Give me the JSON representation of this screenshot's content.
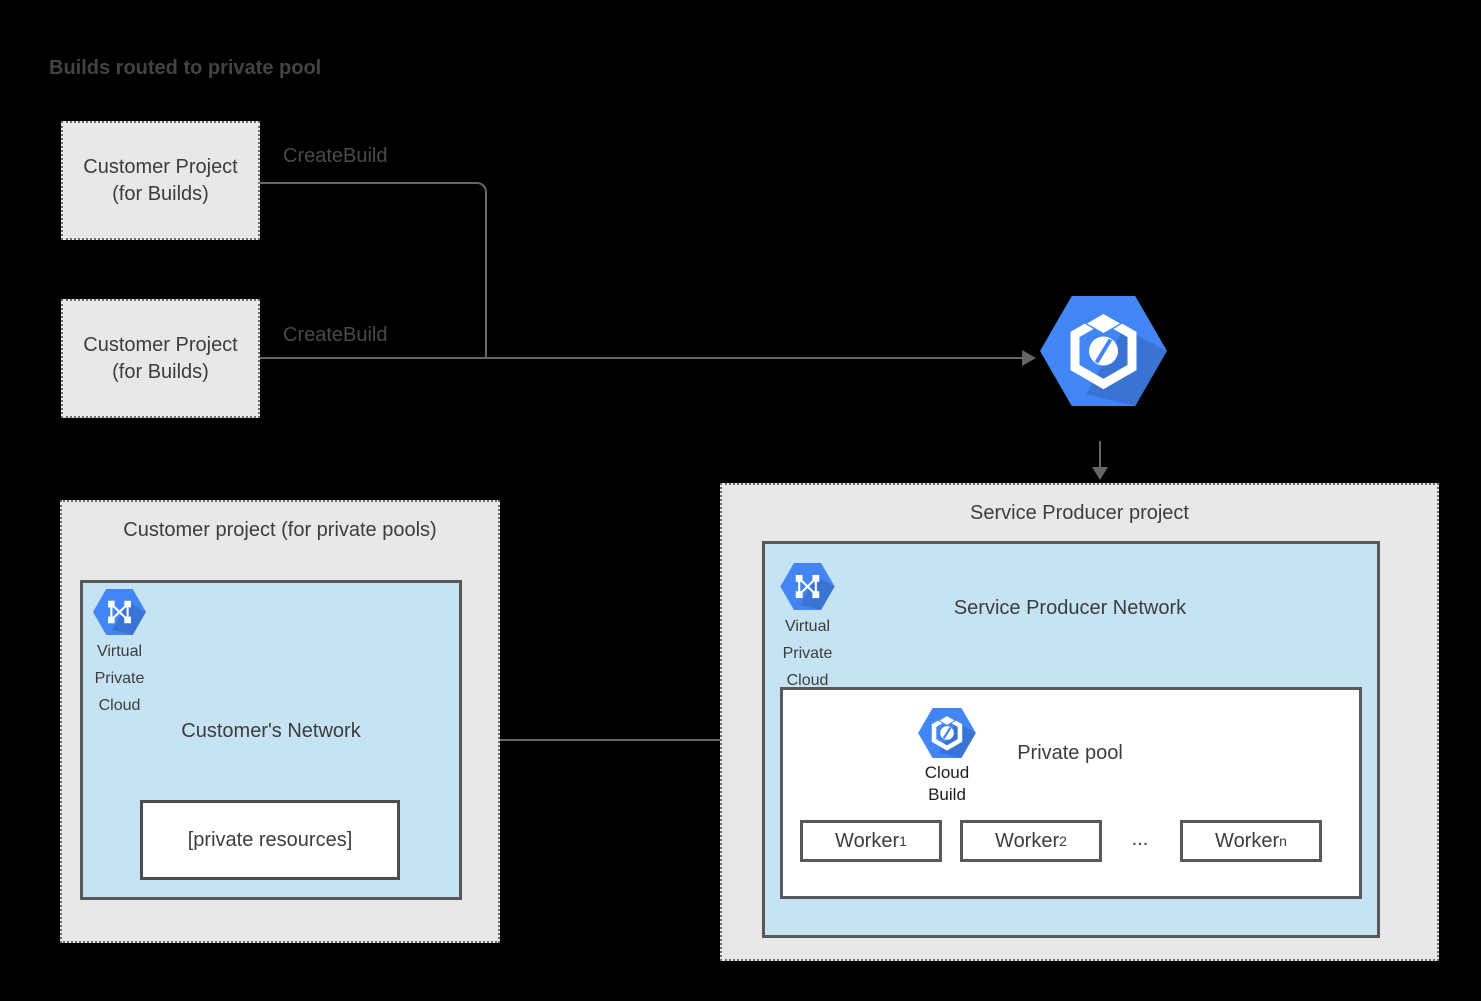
{
  "title": "Builds routed to private pool",
  "build_projects": {
    "project1": {
      "line1": "Customer Project",
      "line2": "(for Builds)"
    },
    "project2": {
      "line1": "Customer Project",
      "line2": "(for Builds)"
    }
  },
  "connectors": {
    "create_build_1": "CreateBuild",
    "create_build_2": "CreateBuild"
  },
  "service_producer": {
    "title": "Service Producer project",
    "network": {
      "title": "Service Producer Network",
      "vpc": {
        "l1": "Virtual",
        "l2": "Private",
        "l3": "Cloud"
      }
    },
    "private_pool": {
      "title": "Private pool",
      "cloud_build": {
        "l1": "Cloud",
        "l2": "Build"
      },
      "workers": [
        {
          "name": "Worker",
          "sub": "1"
        },
        {
          "name": "Worker",
          "sub": "2"
        },
        {
          "name": "Worker",
          "sub": "n"
        }
      ],
      "ellipsis": "..."
    }
  },
  "customer": {
    "title": "Customer project (for private pools)",
    "network": {
      "title": "Customer's Network",
      "vpc": {
        "l1": "Virtual",
        "l2": "Private",
        "l3": "Cloud"
      },
      "private_resources": "[private resources]"
    }
  },
  "icons": {
    "cloud_build": "cloud-build-icon",
    "virtual_private_cloud": "vpc-icon"
  },
  "colors": {
    "icon_blue": "#4285f4",
    "icon_shadow": "rgba(0,0,0,0.13)",
    "network_fill": "#c6e3f4",
    "project_fill": "#e8e8e8",
    "dark_border": "#595959",
    "line": "#666666",
    "text": "#3d3d3d",
    "background": "#000000"
  }
}
